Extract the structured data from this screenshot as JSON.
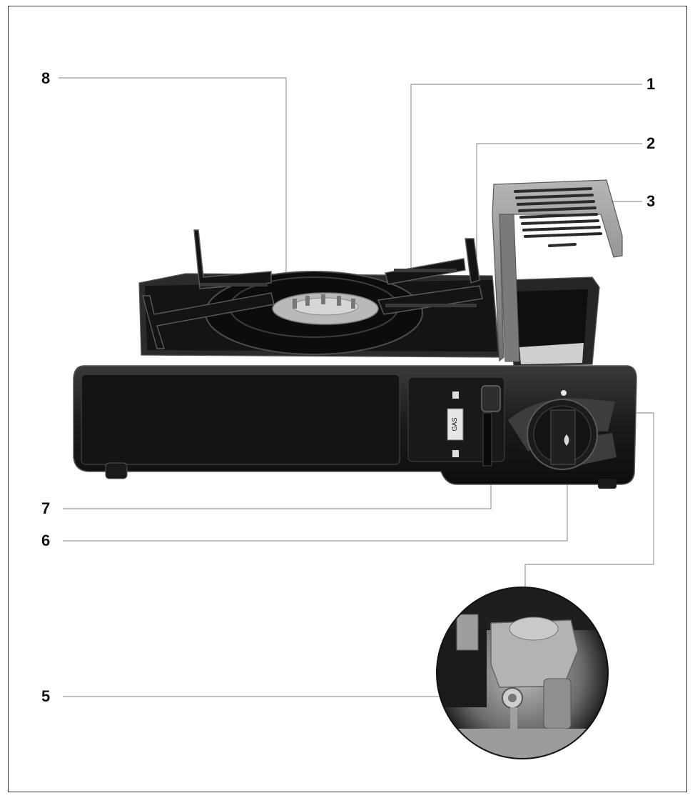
{
  "callouts": [
    {
      "id": "1",
      "label": "1"
    },
    {
      "id": "2",
      "label": "2"
    },
    {
      "id": "3",
      "label": "3"
    },
    {
      "id": "5",
      "label": "5"
    },
    {
      "id": "6",
      "label": "6"
    },
    {
      "id": "7",
      "label": "7"
    },
    {
      "id": "8",
      "label": "8"
    }
  ],
  "valve_label": "GAS",
  "colors": {
    "body": "#1c1c1c",
    "body_edge": "#4a4a4a",
    "burner": "#b9b9b9",
    "windshield": "#8a8a8a",
    "leader_line": "#9a9a9a",
    "detail_metal": "#a8a8a8"
  }
}
